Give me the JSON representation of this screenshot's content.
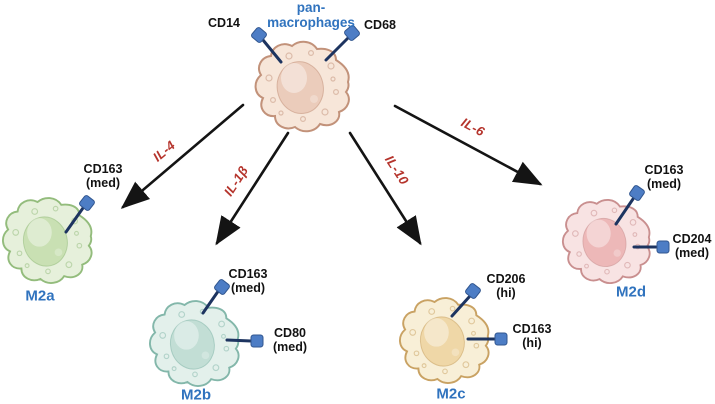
{
  "figure": {
    "description": "Macrophage polarization diagram: pan-macrophages differentiate into M2a, M2b, M2c and M2d subtypes under different cytokines."
  },
  "colors": {
    "label_blue": "#3073be",
    "cytokine_red": "#b5342c",
    "marker_text_black": "#121212",
    "arrow": "#141414",
    "receptor_fill": "#4d7dc5",
    "receptor_edge": "#31568f",
    "receptor_stalk": "#1d3460"
  },
  "pan": {
    "label": "pan-\nmacrophages",
    "markers": {
      "cd14": "CD14",
      "cd68": "CD68"
    },
    "colors": {
      "body": "#f7e6d9",
      "border": "#c2927a",
      "nucleus": "#ebccbb"
    }
  },
  "cytokines": {
    "il4": "IL-4",
    "il1b": "IL-1β",
    "il10": "IL-10",
    "il6": "IL-6"
  },
  "cells": {
    "m2a": {
      "label": "M2a",
      "markers": {
        "cd163": "CD163\n(med)"
      },
      "colors": {
        "body": "#e6f0db",
        "border": "#93bc7c",
        "nucleus": "#c9e0b3"
      }
    },
    "m2b": {
      "label": "M2b",
      "markers": {
        "cd163": "CD163\n(med)",
        "cd80": "CD80\n(med)"
      },
      "colors": {
        "body": "#e3f0eb",
        "border": "#83b7aa",
        "nucleus": "#c2ded5"
      }
    },
    "m2c": {
      "label": "M2c",
      "markers": {
        "cd206": "CD206\n(hi)",
        "cd163": "CD163\n(hi)"
      },
      "colors": {
        "body": "#f8efd7",
        "border": "#c9a263",
        "nucleus": "#efd7a7"
      }
    },
    "m2d": {
      "label": "M2d",
      "markers": {
        "cd163": "CD163\n(med)",
        "cd204": "CD204\n(med)"
      },
      "colors": {
        "body": "#f8e3e3",
        "border": "#c98f8f",
        "nucleus": "#edb8b8"
      }
    }
  }
}
